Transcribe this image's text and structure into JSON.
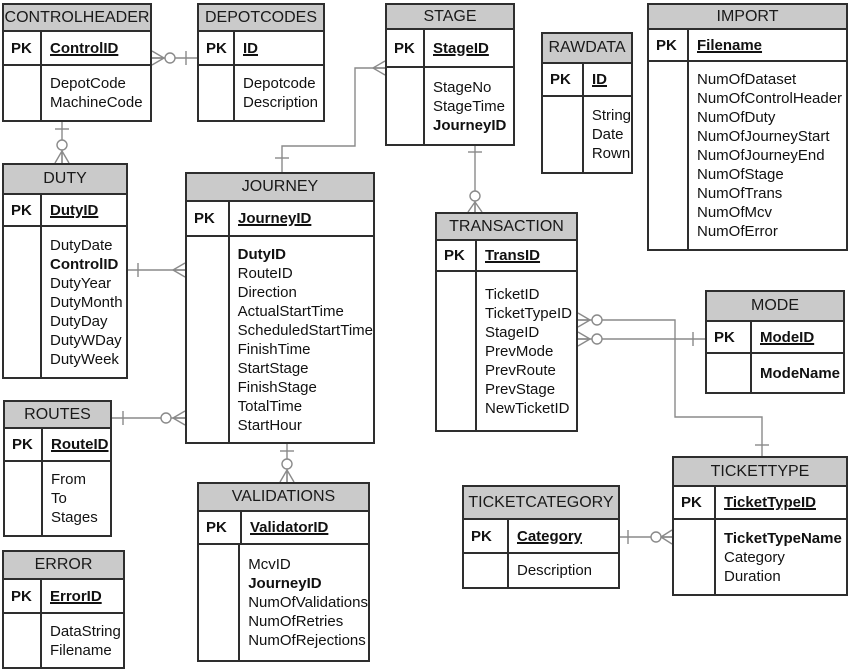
{
  "diagram_type": "entity-relationship-diagram",
  "colors": {
    "header_fill": "#cacaca",
    "table_border": "#2e2e2e",
    "relation_line": "#8a8a8a",
    "background": "#ffffff"
  },
  "tables": [
    {
      "id": "controlheader",
      "title": "CONTROLHEADER",
      "pk_label": "PK",
      "pk_field": "ControlID",
      "fields": [
        {
          "t": "DepotCode"
        },
        {
          "t": "MachineCode"
        }
      ]
    },
    {
      "id": "depotcodes",
      "title": "DEPOTCODES",
      "pk_label": "PK",
      "pk_field": "ID",
      "fields": [
        {
          "t": "Depotcode"
        },
        {
          "t": "Description"
        }
      ]
    },
    {
      "id": "stage",
      "title": "STAGE",
      "pk_label": "PK",
      "pk_field": "StageID",
      "fields": [
        {
          "t": "StageNo"
        },
        {
          "t": "StageTime"
        },
        {
          "t": "JourneyID",
          "b": true
        }
      ]
    },
    {
      "id": "rawdata",
      "title": "RAWDATA",
      "pk_label": "PK",
      "pk_field": "ID",
      "fields": [
        {
          "t": "String"
        },
        {
          "t": "Date"
        },
        {
          "t": "Rown"
        }
      ]
    },
    {
      "id": "import",
      "title": "IMPORT",
      "pk_label": "PK",
      "pk_field": "Filename",
      "fields": [
        {
          "t": "NumOfDataset"
        },
        {
          "t": "NumOfControlHeader"
        },
        {
          "t": "NumOfDuty"
        },
        {
          "t": "NumOfJourneyStart"
        },
        {
          "t": "NumOfJourneyEnd"
        },
        {
          "t": "NumOfStage"
        },
        {
          "t": "NumOfTrans"
        },
        {
          "t": "NumOfMcv"
        },
        {
          "t": "NumOfError"
        }
      ]
    },
    {
      "id": "duty",
      "title": "DUTY",
      "pk_label": "PK",
      "pk_field": "DutyID",
      "fields": [
        {
          "t": "DutyDate"
        },
        {
          "t": "ControlID",
          "b": true
        },
        {
          "t": "DutyYear"
        },
        {
          "t": "DutyMonth"
        },
        {
          "t": "DutyDay"
        },
        {
          "t": "DutyWDay"
        },
        {
          "t": "DutyWeek"
        }
      ]
    },
    {
      "id": "journey",
      "title": "JOURNEY",
      "pk_label": "PK",
      "pk_field": "JourneyID",
      "fields": [
        {
          "t": "DutyID",
          "b": true
        },
        {
          "t": "RouteID"
        },
        {
          "t": "Direction"
        },
        {
          "t": "ActualStartTime"
        },
        {
          "t": "ScheduledStartTime"
        },
        {
          "t": "FinishTime"
        },
        {
          "t": "StartStage"
        },
        {
          "t": "FinishStage"
        },
        {
          "t": "TotalTime"
        },
        {
          "t": "StartHour"
        }
      ]
    },
    {
      "id": "transaction",
      "title": "TRANSACTION",
      "pk_label": "PK",
      "pk_field": "TransID",
      "fields": [
        {
          "t": "TicketID"
        },
        {
          "t": "TicketTypeID"
        },
        {
          "t": "StageID"
        },
        {
          "t": "PrevMode"
        },
        {
          "t": "PrevRoute"
        },
        {
          "t": "PrevStage"
        },
        {
          "t": "NewTicketID"
        }
      ]
    },
    {
      "id": "mode",
      "title": "MODE",
      "pk_label": "PK",
      "pk_field": "ModeID",
      "fields": [
        {
          "t": "ModeName",
          "b": true
        }
      ]
    },
    {
      "id": "routes",
      "title": "ROUTES",
      "pk_label": "PK",
      "pk_field": "RouteID",
      "fields": [
        {
          "t": "From"
        },
        {
          "t": "To"
        },
        {
          "t": "Stages"
        }
      ]
    },
    {
      "id": "validations",
      "title": "VALIDATIONS",
      "pk_label": "PK",
      "pk_field": "ValidatorID",
      "fields": [
        {
          "t": "McvID"
        },
        {
          "t": "JourneyID",
          "b": true
        },
        {
          "t": "NumOfValidations"
        },
        {
          "t": "NumOfRetries"
        },
        {
          "t": "NumOfRejections"
        }
      ]
    },
    {
      "id": "ticketcategory",
      "title": "TICKETCATEGORY",
      "pk_label": "PK",
      "pk_field": "Category",
      "fields": [
        {
          "t": "Description"
        }
      ]
    },
    {
      "id": "tickettype",
      "title": "TICKETTYPE",
      "pk_label": "PK",
      "pk_field": "TicketTypeID",
      "fields": [
        {
          "t": "TicketTypeName",
          "b": true
        },
        {
          "t": "Category"
        },
        {
          "t": "Duration"
        }
      ]
    },
    {
      "id": "error",
      "title": "ERROR",
      "pk_label": "PK",
      "pk_field": "ErrorID",
      "fields": [
        {
          "t": "DataString"
        },
        {
          "t": "Filename"
        }
      ]
    }
  ],
  "relationships": [
    {
      "from": "DEPOTCODES",
      "to": "CONTROLHEADER",
      "from_card": "one",
      "to_card": "zero-or-many"
    },
    {
      "from": "CONTROLHEADER",
      "to": "DUTY",
      "from_card": "one",
      "to_card": "zero-or-many"
    },
    {
      "from": "DUTY",
      "to": "JOURNEY",
      "from_card": "one",
      "to_card": "many"
    },
    {
      "from": "ROUTES",
      "to": "JOURNEY",
      "from_card": "one",
      "to_card": "zero-or-many"
    },
    {
      "from": "JOURNEY",
      "to": "STAGE",
      "from_card": "one",
      "to_card": "many"
    },
    {
      "from": "STAGE",
      "to": "TRANSACTION",
      "from_card": "one",
      "to_card": "zero-or-many"
    },
    {
      "from": "JOURNEY",
      "to": "VALIDATIONS",
      "from_card": "one",
      "to_card": "zero-or-many"
    },
    {
      "from": "MODE",
      "to": "TRANSACTION",
      "from_card": "one",
      "to_card": "zero-or-many"
    },
    {
      "from": "TICKETTYPE",
      "to": "TRANSACTION",
      "from_card": "one",
      "to_card": "zero-or-many"
    },
    {
      "from": "TICKETCATEGORY",
      "to": "TICKETTYPE",
      "from_card": "one",
      "to_card": "zero-or-many"
    }
  ]
}
